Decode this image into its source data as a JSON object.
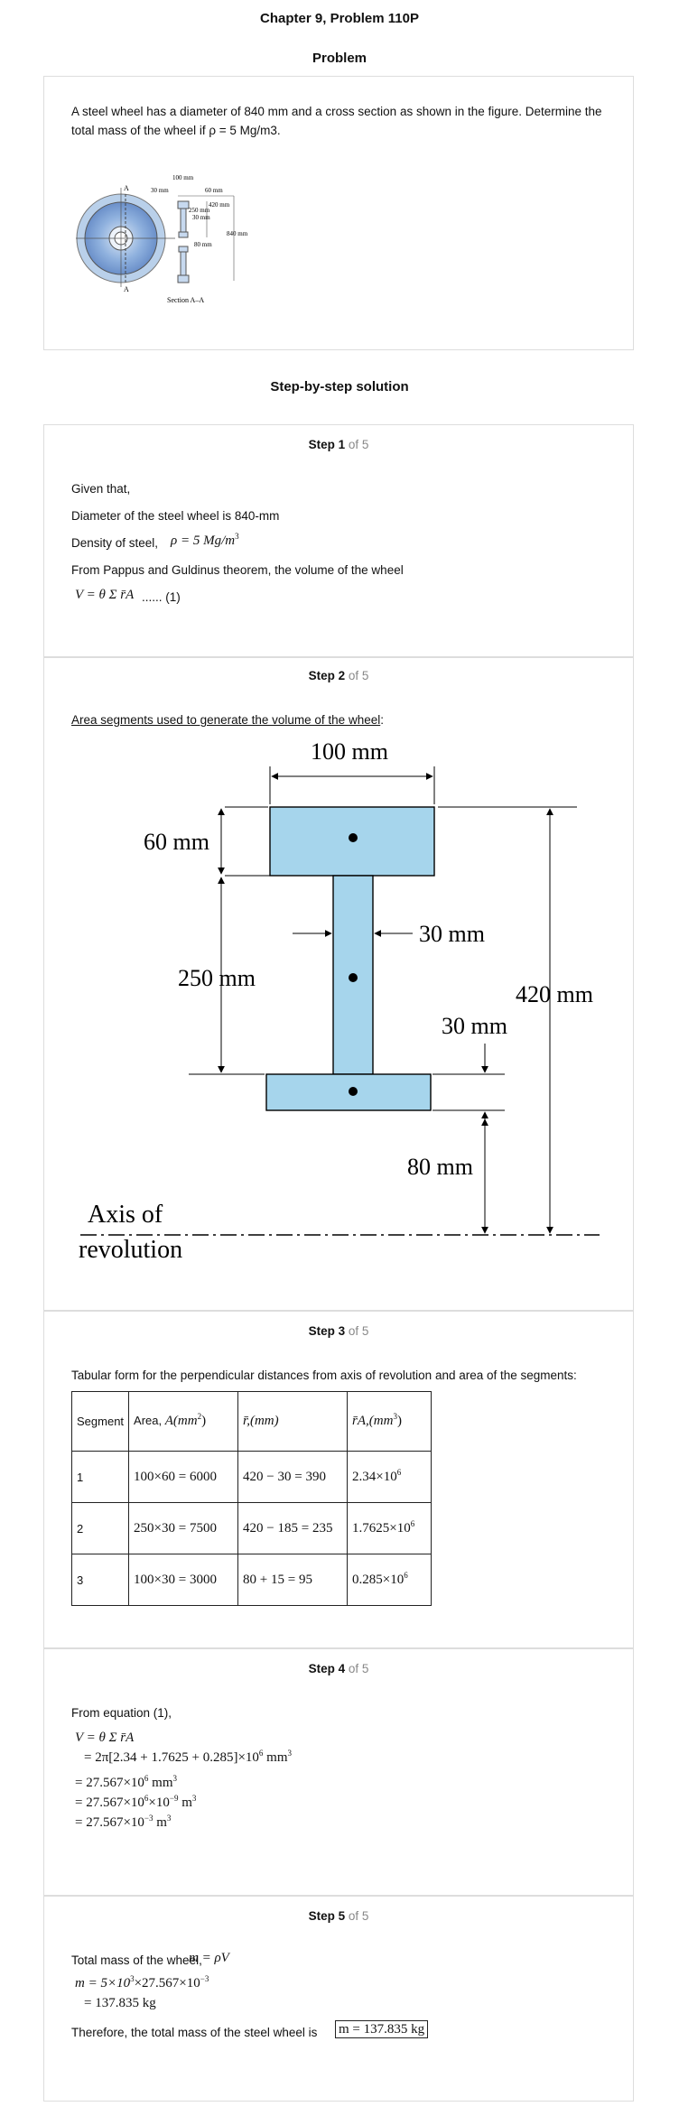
{
  "header": {
    "title": "Chapter 9, Problem 110P",
    "problem_heading": "Problem"
  },
  "problem": {
    "text": "A steel wheel has a diameter of 840 mm and a cross section as shown in the figure. Determine the total mass of the wheel if ρ = 5 Mg/m3.",
    "figure": {
      "label_a_top": "A",
      "label_a_bottom": "A",
      "dim_100": "100 mm",
      "dim_30": "30 mm",
      "dim_60": "60 mm",
      "dim_420": "420 mm",
      "dim_250": "250 mm",
      "dim_30b": "30 mm",
      "dim_840": "840 mm",
      "dim_80": "80 mm",
      "caption": "Section A–A"
    }
  },
  "solution_heading": "Step-by-step solution",
  "steps": [
    {
      "label": "Step 1",
      "of": "of 5",
      "given": "Given that,",
      "diameter": "Diameter of the steel wheel is 840-mm",
      "density_label": "Density of steel,",
      "density_eq": "ρ = 5 Mg/m",
      "pappus": "From Pappus and Guldinus theorem, the volume of the wheel",
      "eq_volume": "V = θ Σ r̄A",
      "eq_tag": "...... (1)"
    },
    {
      "label": "Step 2",
      "of": "of 5",
      "intro": "Area segments used to generate the volume of the wheel",
      "colon": ":",
      "figure": {
        "dim_100": "100 mm",
        "dim_60": "60 mm",
        "dim_30a": "30 mm",
        "dim_250": "250 mm",
        "dim_420": "420 mm",
        "dim_30b": "30 mm",
        "dim_80": "80 mm",
        "axis_1": "Axis of",
        "axis_2": "revolution",
        "fill_color": "#a6d5ec"
      }
    },
    {
      "label": "Step 3",
      "of": "of 5",
      "intro": "Tabular form for the perpendicular distances from axis of revolution and area of the segments:",
      "table": {
        "headers": [
          "Segment",
          "Area,",
          "r̄,(mm)",
          "r̄A,(mm"
        ],
        "area_unit": "A(mm",
        "rows": [
          [
            "1",
            "100×60 = 6000",
            "420 − 30 = 390",
            "2.34×10"
          ],
          [
            "2",
            "250×30 = 7500",
            "420 − 185 = 235",
            "1.7625×10"
          ],
          [
            "3",
            "100×30 = 3000",
            "80 + 15 = 95",
            "0.285×10"
          ]
        ]
      }
    },
    {
      "label": "Step 4",
      "of": "of 5",
      "intro": "From equation (1),",
      "lines": [
        "V = θ Σ r̄A",
        "= 2π[2.34 + 1.7625 + 0.285]×10",
        "= 27.567×10",
        "= 27.567×10",
        "= 27.567×10"
      ]
    },
    {
      "label": "Step 5",
      "of": "of 5",
      "intro": "Total mass of the wheel,",
      "intro_eq": "m = ρV",
      "line1": "m = 5×10",
      "line2": "= 137.835 kg",
      "conclusion": "Therefore, the total mass of the steel wheel is",
      "answer": "m = 137.835 kg"
    }
  ]
}
